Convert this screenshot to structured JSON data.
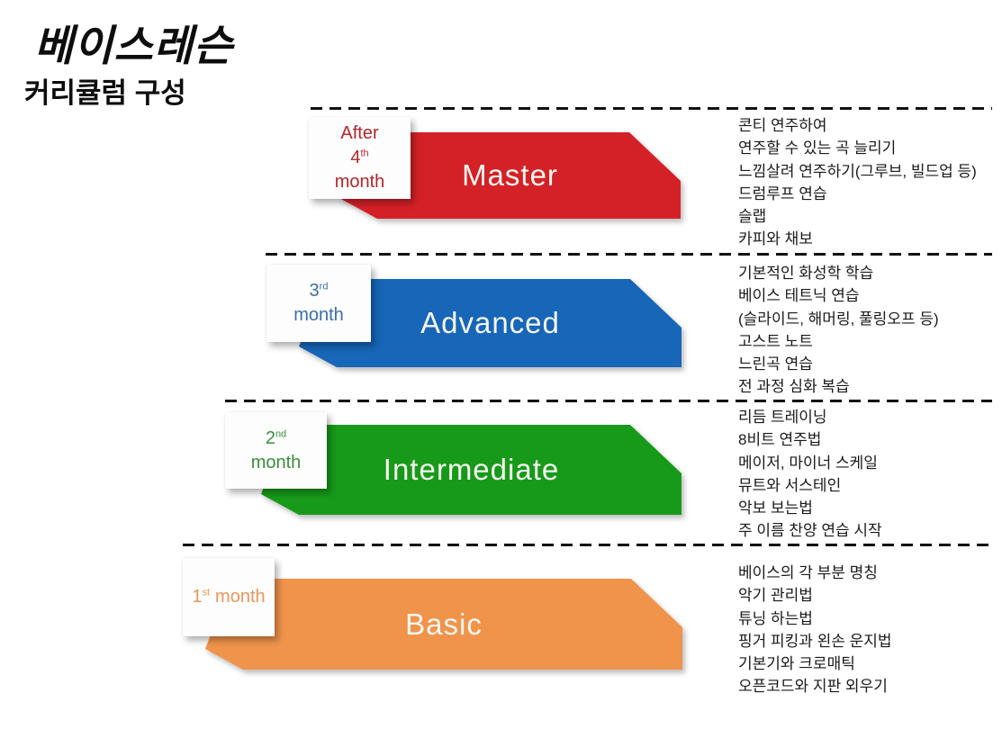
{
  "title": {
    "main": "베이스레슨",
    "subtitle": "커리큘럼 구성"
  },
  "colors": {
    "master_banner": "#D42127",
    "advanced_banner": "#1766B8",
    "intermediate_banner": "#179A19",
    "basic_banner": "#F0944C",
    "master_badge_text": "#B5262B",
    "advanced_badge_text": "#3A6EA8",
    "intermediate_badge_text": "#3A8F3E",
    "basic_badge_text": "#E9965A",
    "banner_label_text": "#F4F6EF"
  },
  "levels": [
    {
      "name": "Master",
      "badge": {
        "word": "After",
        "number": "4",
        "ordinal": "th",
        "month": "month"
      },
      "items": [
        "콘티 연주하여",
        "연주할 수 있는 곡 늘리기",
        "느낌살려 연주하기(그루브, 빌드업 등)",
        "드럼루프 연습",
        "슬랩",
        "카피와 채보"
      ]
    },
    {
      "name": "Advanced",
      "badge": {
        "number": "3",
        "ordinal": "rd",
        "month": "month"
      },
      "items": [
        "기본적인 화성학 학습",
        "베이스 테트닉 연습",
        "(슬라이드, 해머링, 풀링오프 등)",
        "고스트 노트",
        "느린곡 연습",
        "전 과정 심화 복습"
      ]
    },
    {
      "name": "Intermediate",
      "badge": {
        "number": "2",
        "ordinal": "nd",
        "month": "month"
      },
      "items": [
        "리듬 트레이닝",
        "8비트 연주법",
        "메이저, 마이너 스케일",
        "뮤트와 서스테인",
        "악보 보는법",
        "주 이름 찬양 연습 시작"
      ]
    },
    {
      "name": "Basic",
      "badge": {
        "number": "1",
        "ordinal": "st",
        "month": "month"
      },
      "items": [
        "베이스의 각 부분 명칭",
        "악기 관리법",
        "튜닝 하는법",
        "핑거 피킹과 왼손 운지법",
        "기본기와 크로매틱",
        "오픈코드와 지판 외우기"
      ]
    }
  ]
}
